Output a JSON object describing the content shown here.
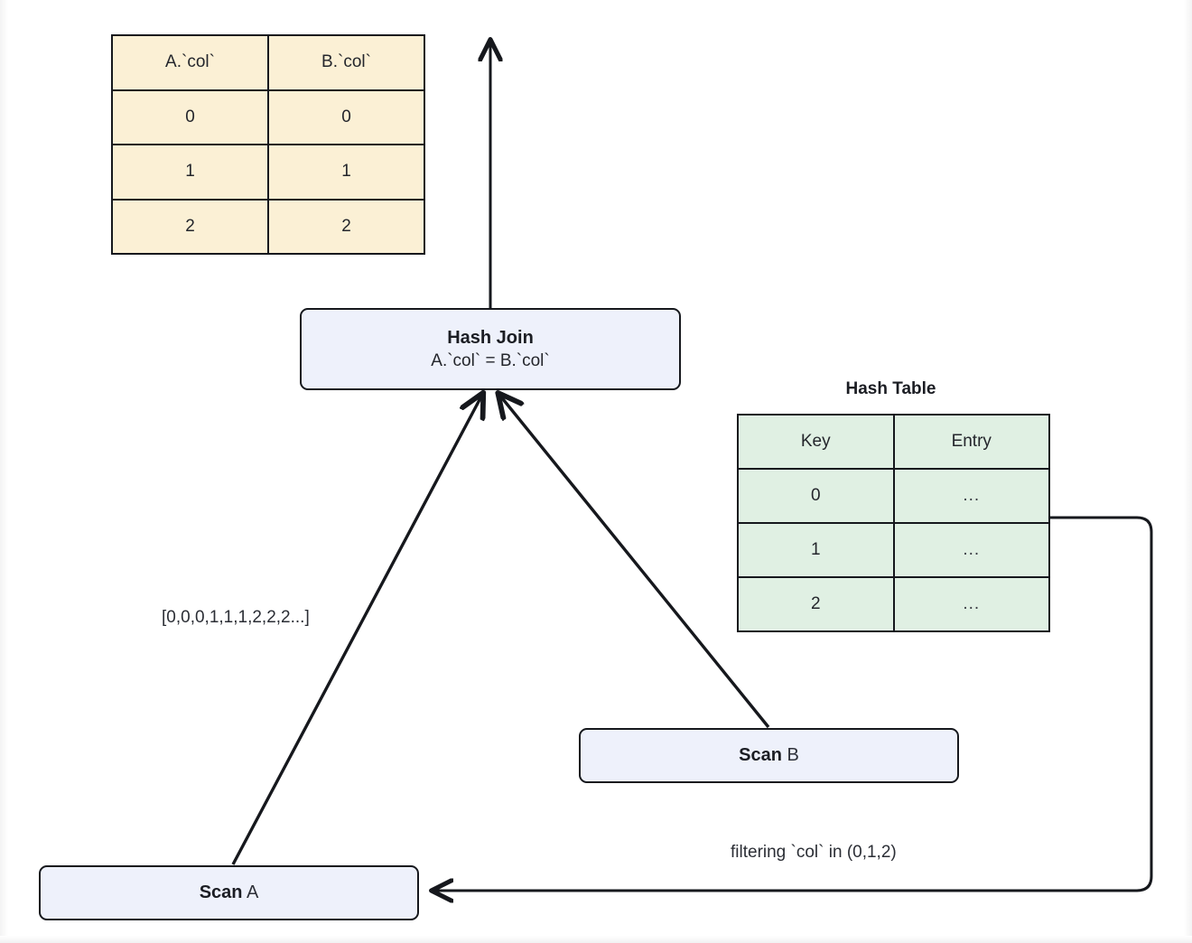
{
  "diagram": {
    "title": "Hash Join query plan with hash table side filter",
    "colors": {
      "node_fill": "#eef1fb",
      "result_table_fill": "#fbf0d5",
      "hash_table_fill": "#e0f0e3",
      "stroke": "#16181d",
      "background": "#ffffff"
    },
    "result_table": {
      "name": "result-table",
      "headers": [
        "A.`col`",
        "B.`col`"
      ],
      "rows": [
        [
          "0",
          "0"
        ],
        [
          "1",
          "1"
        ],
        [
          "2",
          "2"
        ]
      ]
    },
    "hash_table": {
      "name": "hash-table",
      "caption": "Hash Table",
      "headers": [
        "Key",
        "Entry"
      ],
      "rows": [
        [
          "0",
          "..."
        ],
        [
          "1",
          "..."
        ],
        [
          "2",
          "..."
        ]
      ]
    },
    "nodes": {
      "hash_join": {
        "line1": "Hash Join",
        "line2": "A.`col` = B.`col`"
      },
      "scan_b": {
        "bold": "Scan",
        "plain": " B"
      },
      "scan_a": {
        "bold": "Scan",
        "plain": " A"
      }
    },
    "edges": {
      "probe_keys_label": "[0,0,0,1,1,1,2,2,2...]",
      "filter_label": "filtering `col` in (0,1,2)"
    }
  }
}
